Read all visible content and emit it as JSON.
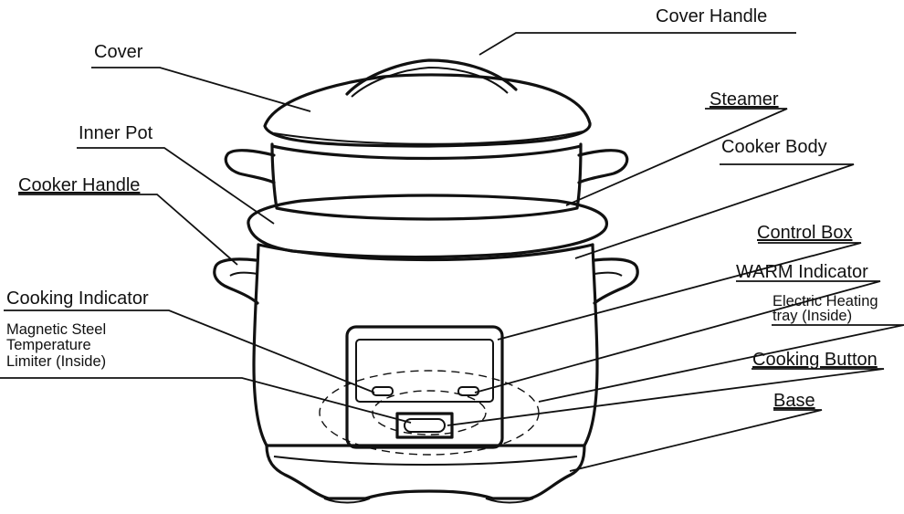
{
  "labels": {
    "cover_handle": "Cover Handle",
    "cover": "Cover",
    "steamer": "Steamer",
    "inner_pot": "Inner Pot",
    "cooker_body": "Cooker Body",
    "cooker_handle": "Cooker Handle",
    "control_box": "Control Box",
    "warm_indicator": "WARM Indicator",
    "cooking_indicator": "Cooking Indicator",
    "electric_heating_line1": "Electric Heating",
    "electric_heating_line2": "tray (Inside)",
    "magnetic_line1": "Magnetic Steel",
    "magnetic_line2": "Temperature",
    "magnetic_line3": "Limiter (Inside)",
    "cooking_button": "Cooking Button",
    "base": "Base"
  }
}
